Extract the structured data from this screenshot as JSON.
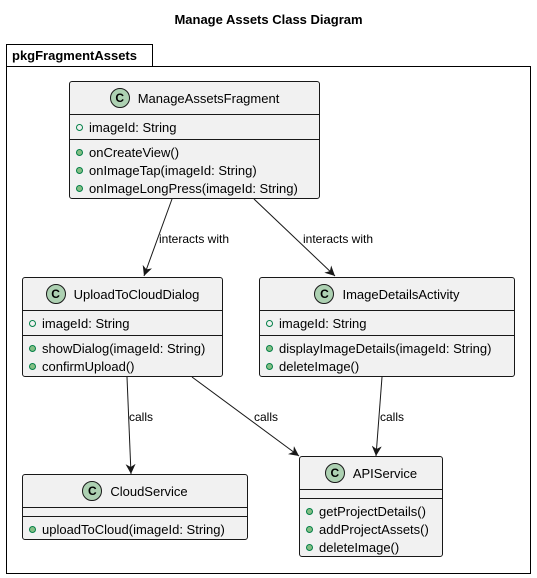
{
  "title": "Manage Assets Class Diagram",
  "package": "pkgFragmentAssets",
  "badge_letter": "C",
  "colors": {
    "class_fill": "#f1f1f1",
    "badge": "#add1b2",
    "method_dot": "#84be84",
    "line": "#181818"
  },
  "classes": {
    "fragment": {
      "name": "ManageAssetsFragment",
      "fields": [
        "imageId: String"
      ],
      "methods": [
        "onCreateView()",
        "onImageTap(imageId: String)",
        "onImageLongPress(imageId: String)"
      ]
    },
    "upload": {
      "name": "UploadToCloudDialog",
      "fields": [
        "imageId: String"
      ],
      "methods": [
        "showDialog(imageId: String)",
        "confirmUpload()"
      ]
    },
    "details": {
      "name": "ImageDetailsActivity",
      "fields": [
        "imageId: String"
      ],
      "methods": [
        "displayImageDetails(imageId: String)",
        "deleteImage()"
      ]
    },
    "cloud": {
      "name": "CloudService",
      "fields": [],
      "methods": [
        "uploadToCloud(imageId: String)"
      ]
    },
    "api": {
      "name": "APIService",
      "fields": [],
      "methods": [
        "getProjectDetails()",
        "addProjectAssets()",
        "deleteImage()"
      ]
    }
  },
  "edges": [
    {
      "from": "fragment",
      "to": "upload",
      "label": "interacts with"
    },
    {
      "from": "fragment",
      "to": "details",
      "label": "interacts with"
    },
    {
      "from": "upload",
      "to": "cloud",
      "label": "calls"
    },
    {
      "from": "upload",
      "to": "api",
      "label": "calls"
    },
    {
      "from": "details",
      "to": "api",
      "label": "calls"
    }
  ]
}
